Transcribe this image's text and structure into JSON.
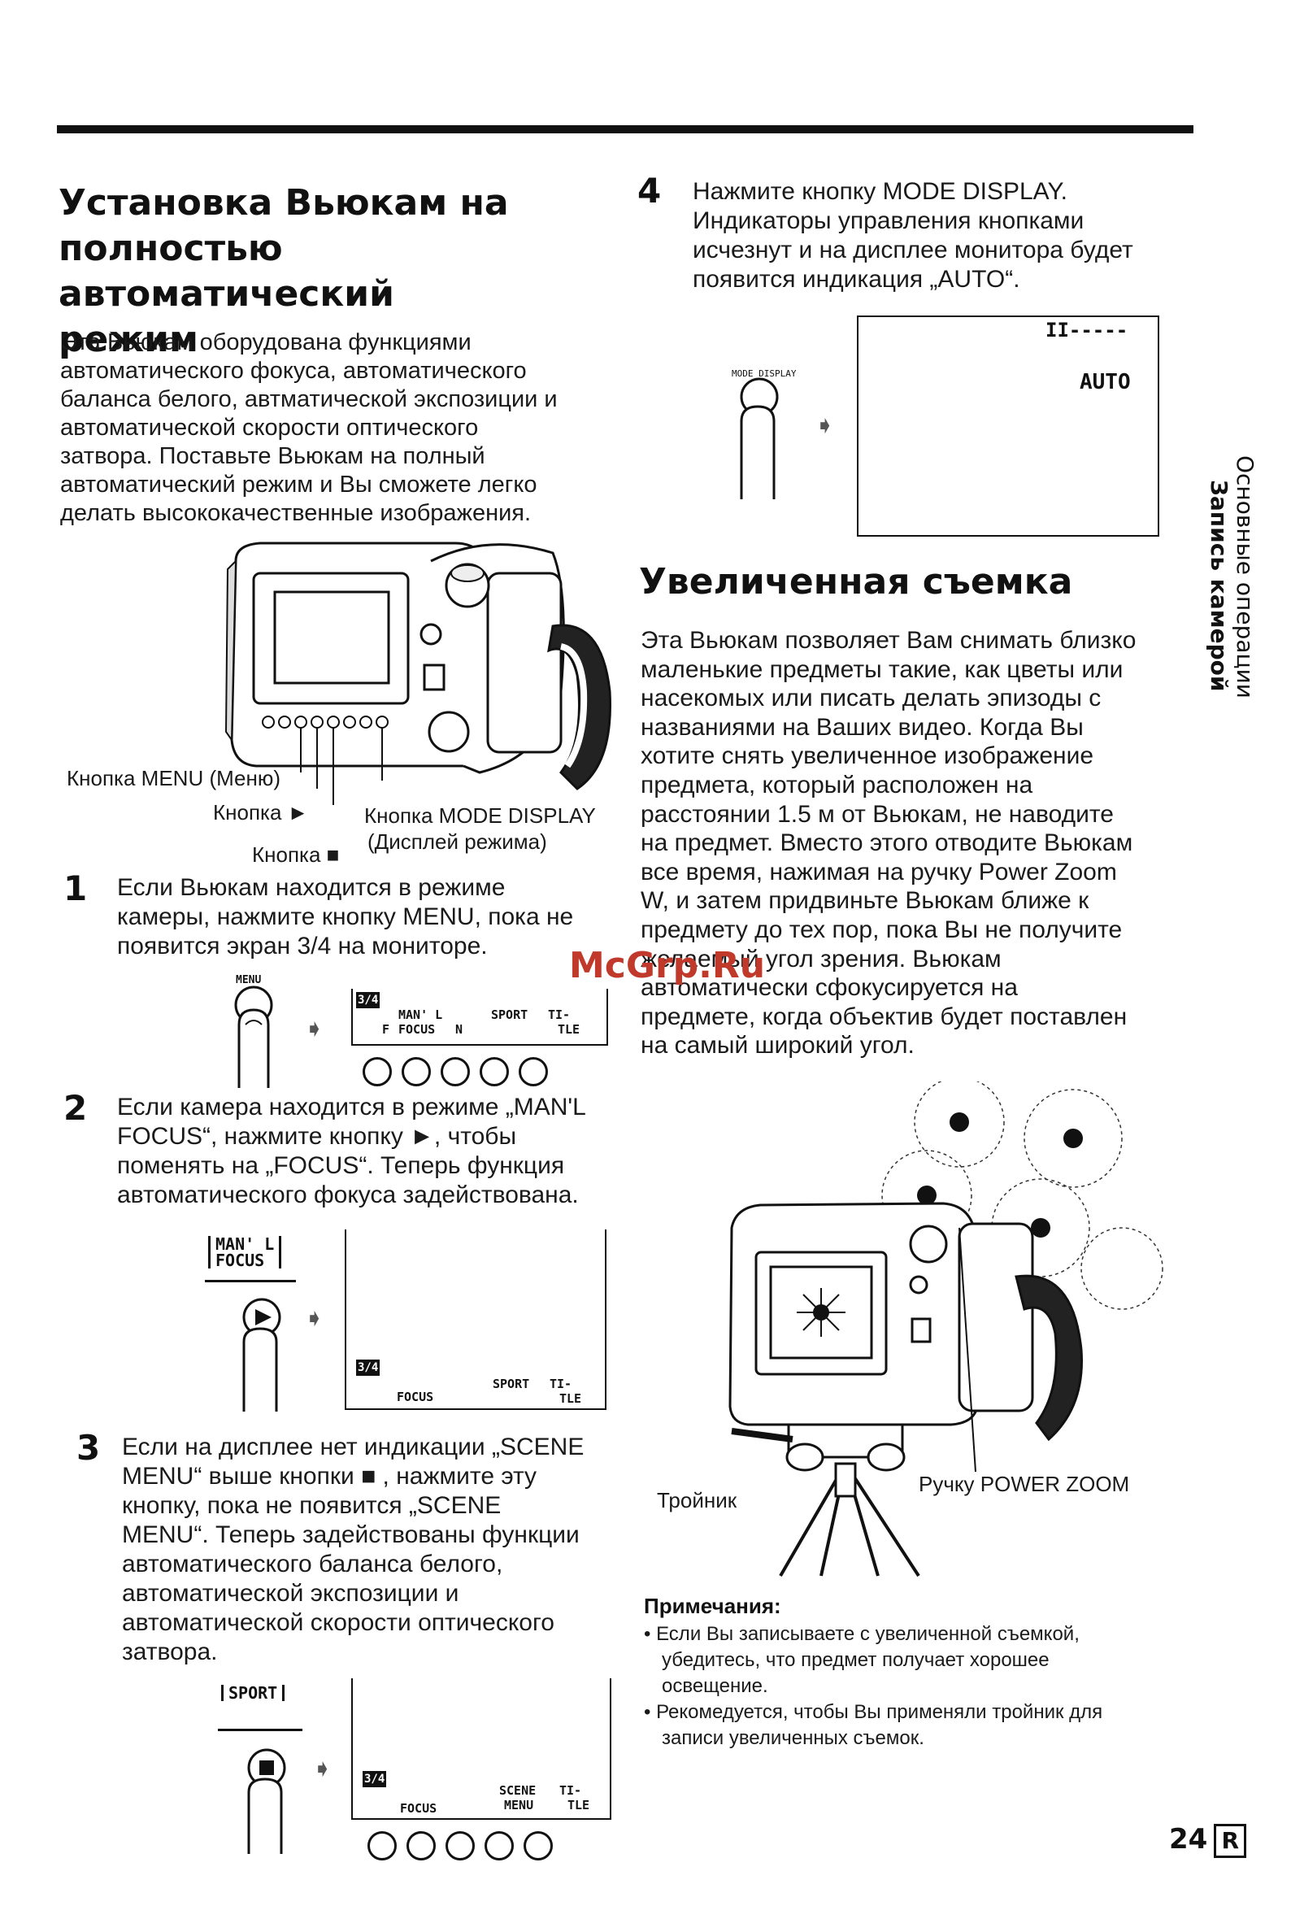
{
  "section1": {
    "title_lines": [
      "Установка Вьюкам на",
      "полностью автоматический",
      "режим"
    ],
    "intro_lines": [
      "Эта Вьюкам оборудована функциями",
      "автоматического фокуса, автоматического",
      "баланса белого, автматической экспозиции и",
      "автоматической скорости оптического",
      "затвора. Поставьте Вьюкам на полный",
      "автоматический режим и Вы сможете легко",
      "делать высококачественные изображения."
    ],
    "labels": {
      "menu_button": "Кнопка MENU (Меню)",
      "play_button": "Кнопка ►",
      "stop_button": "Кнопка ■",
      "mode_display_button": "Кнопка MODE DISPLAY",
      "mode_display_sub": "(Дисплей режима)"
    }
  },
  "steps": [
    {
      "num": "1",
      "lines": [
        "Если Вьюкам находится в режиме",
        "камеры, нажмите кнопку MENU, пока не",
        "появится экран 3/4 на мониторе."
      ]
    },
    {
      "num": "2",
      "lines": [
        "Если камера находится в режиме „MAN'L",
        "FOCUS“, нажмите кнопку ►, чтобы",
        "поменять на „FOCUS“. Теперь функция",
        "автоматического фокуса задействована."
      ]
    },
    {
      "num": "3",
      "lines": [
        "Если на дисплее нет индикации „SCENE",
        "MENU“ выше кнопки ■ , нажмите эту",
        "кнопку, пока не появится „SCENE",
        "MENU“. Теперь задействованы функции",
        "автоматического баланса белого,",
        "автоматической экспозиции и",
        "автоматической скорости оптического",
        "затвора."
      ]
    },
    {
      "num": "4",
      "lines": [
        "Нажмите кнопку MODE DISPLAY.",
        "Индикаторы управления кнопками",
        "исчезнут и на дисплее монитора будет",
        "появится индикация „AUTO“."
      ]
    }
  ],
  "screens": {
    "menu_label": "MENU",
    "mode_display_label": "MODE DISPLAY",
    "badge": "3/4",
    "manl": "MAN' L",
    "focus": "FOCUS",
    "f": "F",
    "n": "N",
    "sport": "SPORT",
    "ti": "TI-",
    "tle": "TLE",
    "scene": "SCENE",
    "menu": "MENU",
    "auto": "AUTO",
    "dashes": "II-----"
  },
  "section2": {
    "title": "Увеличенная съемка",
    "body_lines": [
      "Эта Вьюкам позволяет Вам снимать близко",
      "маленькие предметы такие, как цветы или",
      "насекомых или писать делать эпизоды с",
      "названиями на Ваших видео. Когда Вы",
      "хотите снять увеличенное изображение",
      "предмета, который расположен на",
      "расстоянии 1.5 м от Вьюкам, не наводите",
      "на предмет. Вместо этого отводите Вьюкам",
      "все время, нажимая на ручку Power Zoom",
      "W, и затем придвиньте Вьюкам ближе к",
      "предмету до тех пор, пока Вы не получите",
      "желаемый угол зрения. Вьюкам",
      "автоматически сфокусируется на",
      "предмете, когда объектив будет поставлен",
      "на самый широкий угол."
    ],
    "labels": {
      "power_zoom": "Ручку POWER ZOOM",
      "tripod": "Тройник"
    },
    "notes_title": "Примечания:",
    "notes": [
      [
        "• Если Вы записываете с увеличенной съемкой,",
        "убедитесь, что предмет получает хорошее",
        "освещение."
      ],
      [
        "• Рекомедуется, чтобы Вы применяли тройник для",
        "записи увеличенных съемок."
      ]
    ]
  },
  "sidebar": {
    "line1": "Основные операции",
    "line2": "Запись камерой"
  },
  "footer": {
    "page": "24",
    "letter": "R"
  },
  "watermark": "McGrp.Ru"
}
